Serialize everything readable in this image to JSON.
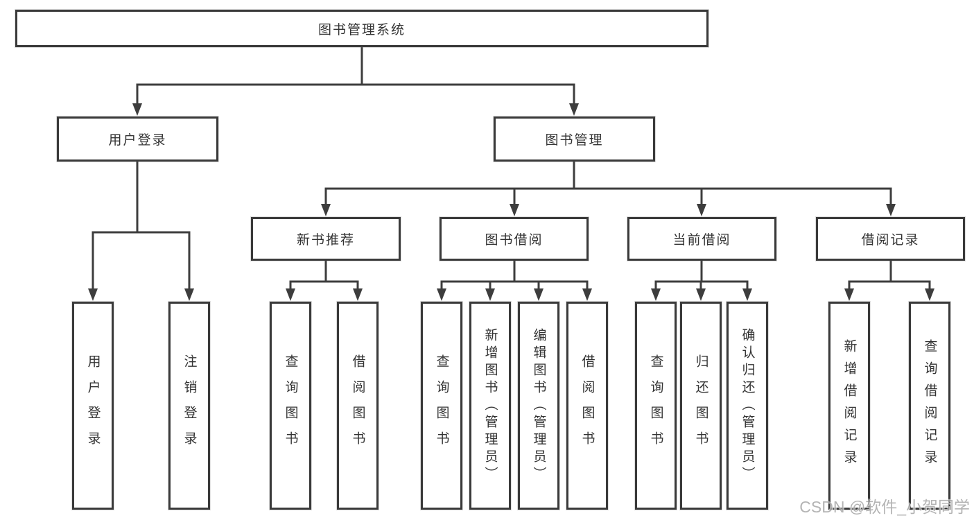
{
  "diagram_type": "hierarchy-flowchart",
  "tree": {
    "label": "图书管理系统",
    "children": [
      {
        "label": "用户登录",
        "children": [
          {
            "label": "用户登录"
          },
          {
            "label": "注销登录"
          }
        ]
      },
      {
        "label": "图书管理",
        "children": [
          {
            "label": "新书推荐",
            "children": [
              {
                "label": "查询图书"
              },
              {
                "label": "借阅图书"
              }
            ]
          },
          {
            "label": "图书借阅",
            "children": [
              {
                "label": "查询图书"
              },
              {
                "label": "新增图书（管理员）"
              },
              {
                "label": "编辑图书（管理员）"
              },
              {
                "label": "借阅图书"
              }
            ]
          },
          {
            "label": "当前借阅",
            "children": [
              {
                "label": "查询图书"
              },
              {
                "label": "归还图书"
              },
              {
                "label": "确认归还（管理员）"
              }
            ]
          },
          {
            "label": "借阅记录",
            "children": [
              {
                "label": "新增借阅记录"
              },
              {
                "label": "查询借阅记录"
              }
            ]
          }
        ]
      }
    ]
  },
  "watermark": {
    "text": "CSDN @软件_小贺同学"
  },
  "colors": {
    "line": "#3d3d3d",
    "box_border": "#3a3a3a",
    "text": "#333333",
    "background": "#ffffff",
    "watermark": "#a8a8a8"
  }
}
